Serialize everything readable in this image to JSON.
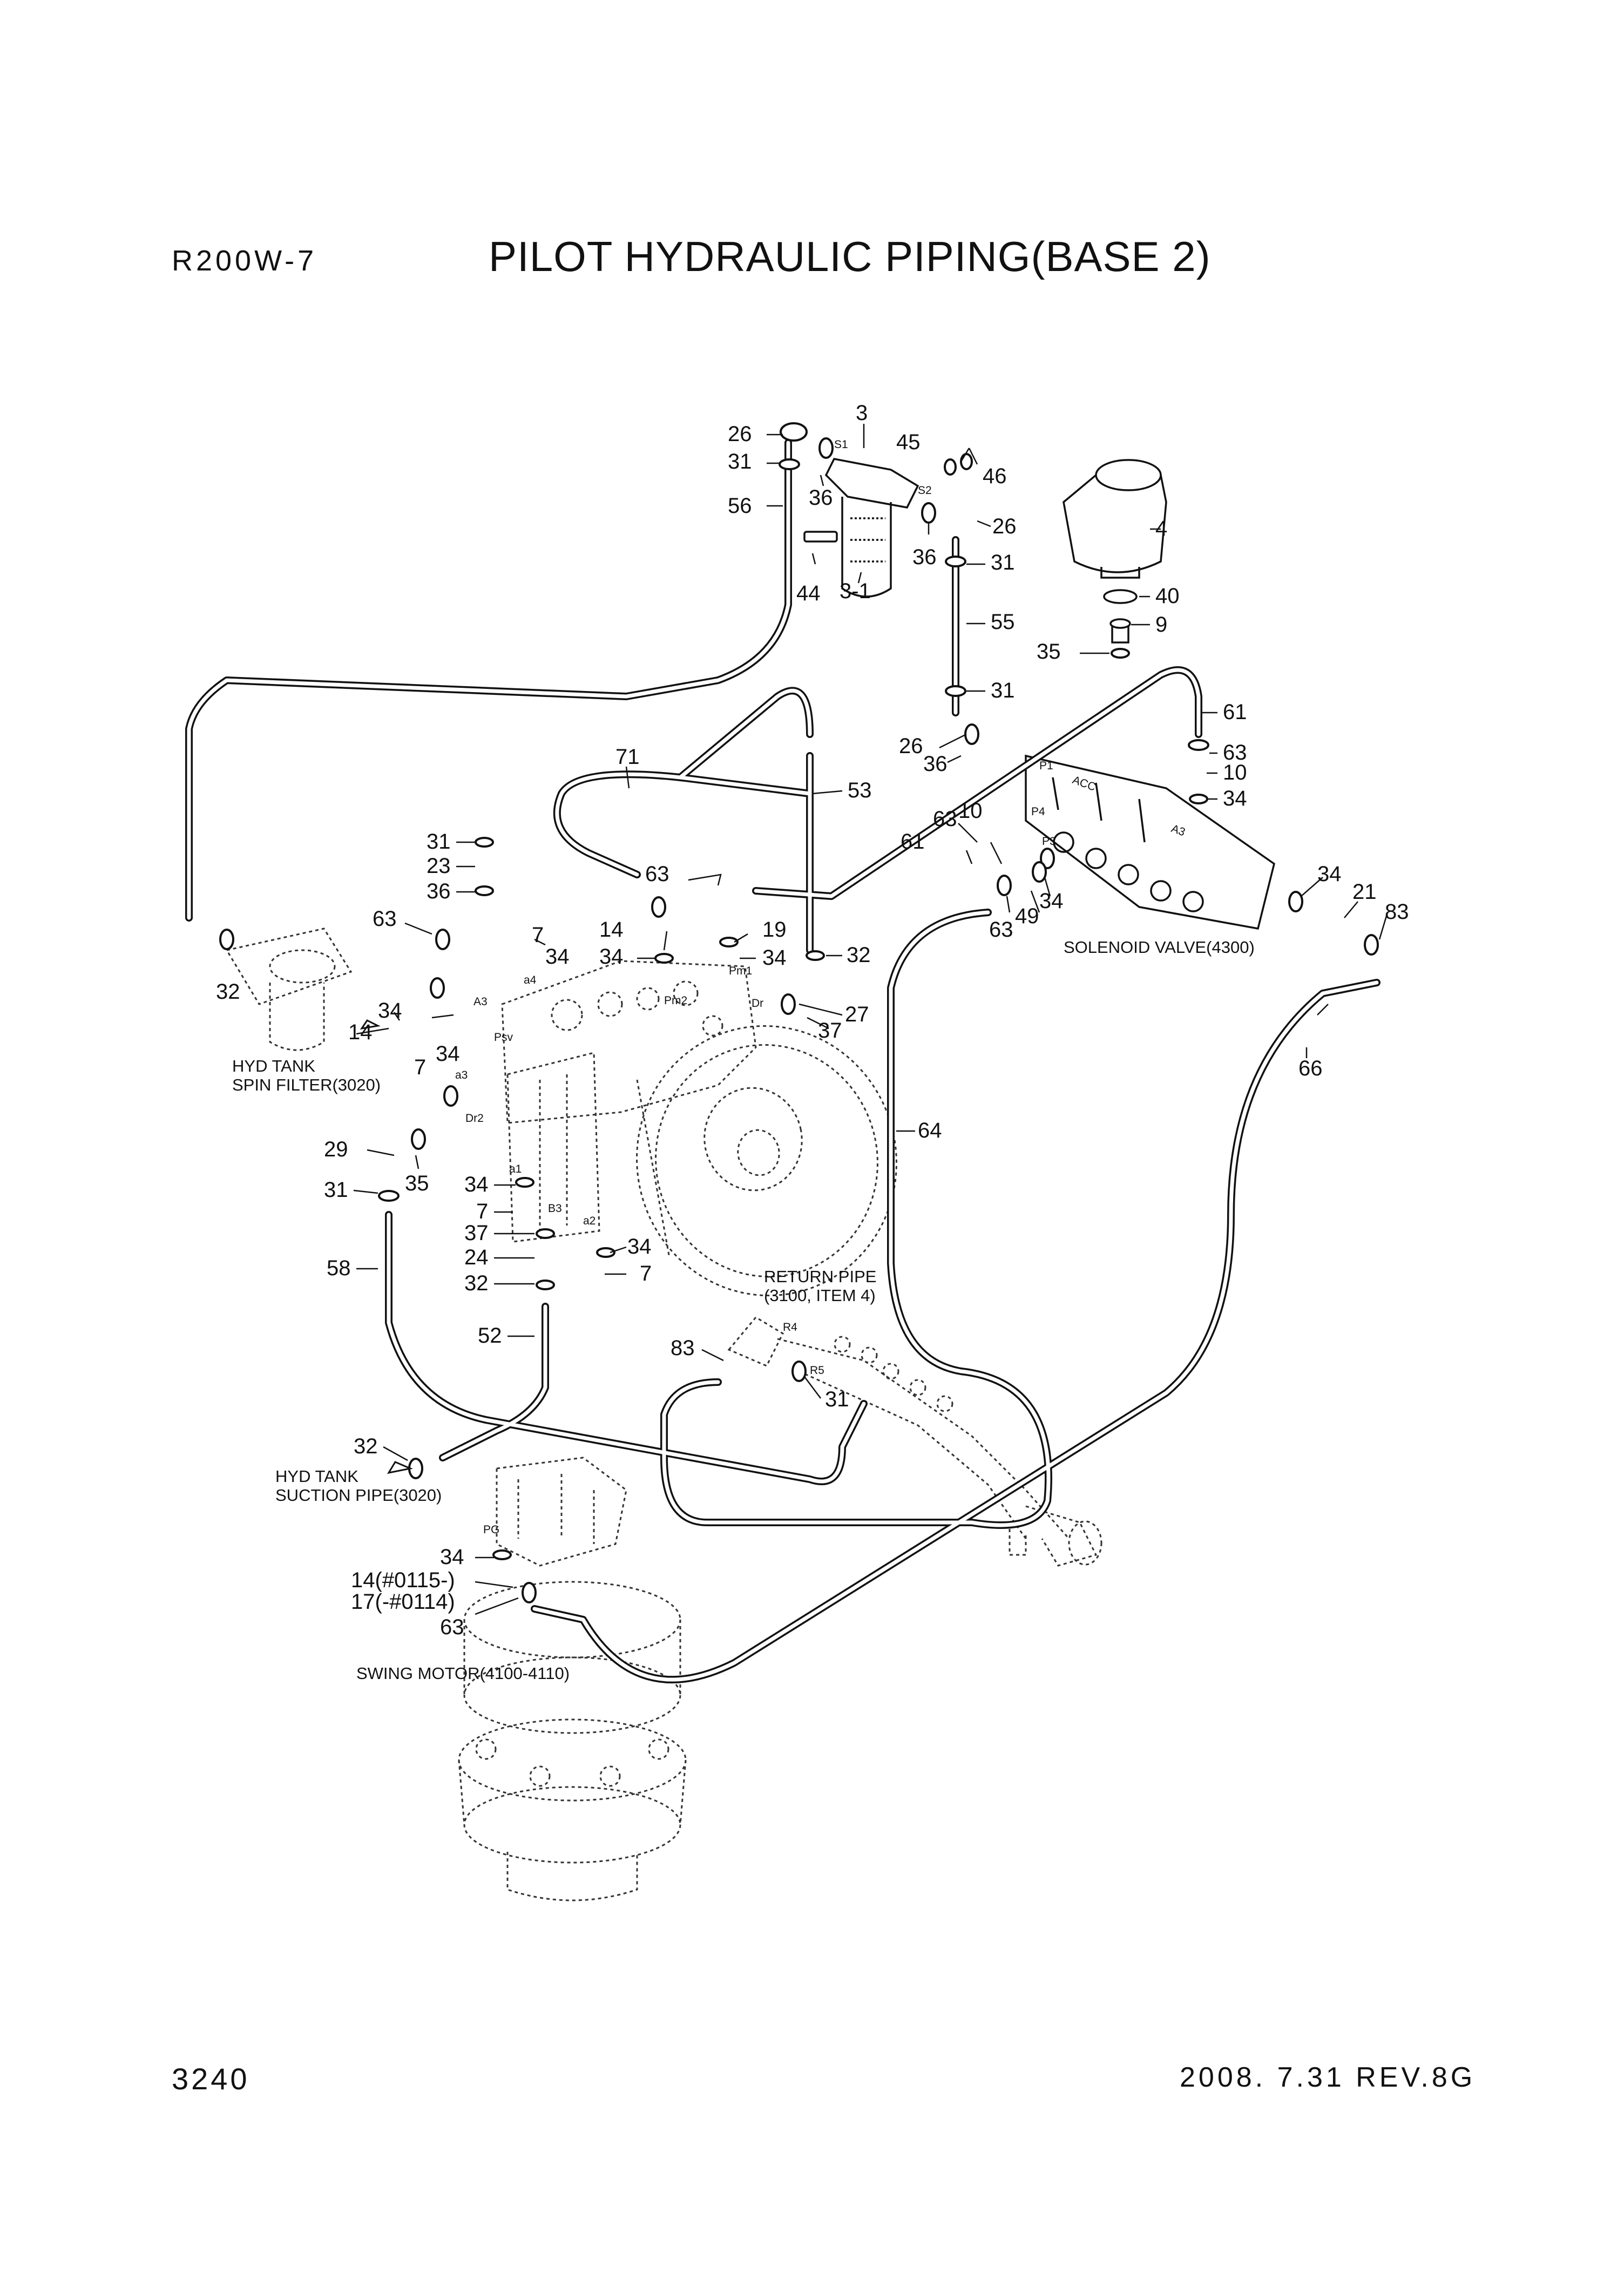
{
  "header": {
    "model": "R200W-7",
    "title": "PILOT HYDRAULIC PIPING(BASE 2)"
  },
  "footer": {
    "page_number": "3240",
    "revision": "2008. 7.31  REV.8G"
  },
  "callouts": {
    "c3": "3",
    "c26a": "26",
    "c31a": "31",
    "c56": "56",
    "c36a": "36",
    "c44": "44",
    "c3_1": "3-1",
    "c45": "45",
    "c46": "46",
    "c26b": "26",
    "c36b": "36",
    "c31b": "31",
    "c55": "55",
    "c31c": "31",
    "c26c": "26",
    "c36c": "36",
    "c4": "4",
    "c40": "40",
    "c9": "9",
    "c35a": "35",
    "c61a": "61",
    "c63a": "63",
    "c10a": "10",
    "c34a": "34",
    "c71": "71",
    "c53": "53",
    "c31d": "31",
    "c23": "23",
    "c36d": "36",
    "c63b": "63",
    "c7a": "7",
    "c34b": "34",
    "c14a": "14",
    "c34c": "34",
    "c63c": "63",
    "c19": "19",
    "c34d": "34",
    "c32a": "32",
    "c27": "27",
    "c37a": "37",
    "c63d": "63",
    "c10b": "10",
    "c61b": "61",
    "c63e": "63",
    "c49": "49",
    "c34e": "34",
    "c34f": "34",
    "c21": "21",
    "c83a": "83",
    "c32b": "32",
    "c14b": "14",
    "c34g": "34",
    "c34h": "34",
    "c7b": "7",
    "c29": "29",
    "c35b": "35",
    "c31e": "31",
    "c34i": "34",
    "c7c": "7",
    "c37b": "37",
    "c24": "24",
    "c32c": "32",
    "c58": "58",
    "c52": "52",
    "c34j": "34",
    "c7d": "7",
    "c64": "64",
    "c66": "66",
    "c83b": "83",
    "c31f": "31",
    "c32d": "32",
    "c34k": "34",
    "c14c": "14(#0115-)",
    "c17": "17(-#0114)",
    "c63f": "63"
  },
  "ports": {
    "s1": "S1",
    "s2": "S2",
    "p1": "P1",
    "acc": "ACC",
    "p4": "P4",
    "p3": "P3",
    "a3v": "A3",
    "pm1": "Pm1",
    "pm2": "Pm2",
    "dr": "Dr",
    "a4": "a4",
    "a3p": "A3",
    "psv": "Psv",
    "a3": "a3",
    "dr2": "Dr2",
    "a1": "a1",
    "b3": "B3",
    "a2": "a2",
    "r4": "R4",
    "r5": "R5",
    "pg": "PG"
  },
  "notes": {
    "solenoid_valve": "SOLENOID VALVE(4300)",
    "hyd_tank_spin_1": "HYD TANK",
    "hyd_tank_spin_2": "SPIN FILTER(3020)",
    "return_pipe_1": "RETURN PIPE",
    "return_pipe_2": "(3100, ITEM 4)",
    "hyd_tank_suction_1": "HYD TANK",
    "hyd_tank_suction_2": "SUCTION PIPE(3020)",
    "swing_motor": "SWING MOTOR(4100-4110)"
  }
}
